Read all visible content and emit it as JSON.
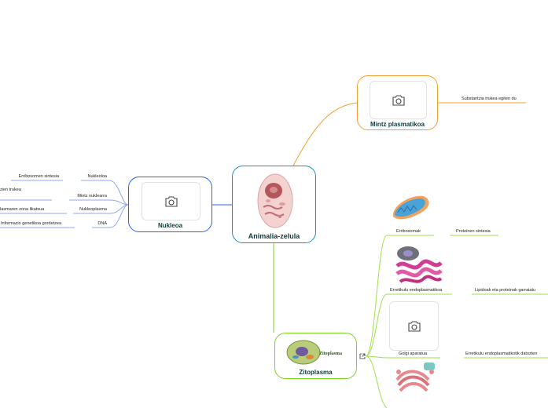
{
  "root": {
    "title": "Animalia-zelula"
  },
  "mintz": {
    "title": "Mintz plasmatikoa",
    "children": [
      "Substantzia trukea egiten du"
    ]
  },
  "nukleoa": {
    "title": "Nukleoa",
    "children": [
      {
        "label": "Nukleoloa",
        "detail": "Erribosomen sintesia"
      },
      {
        "label": "Mintz nuklearra",
        "detail": "zien trukea"
      },
      {
        "label": "Nukleoplasma",
        "detail": "lasmaren zona likatsua"
      },
      {
        "label": "DNA",
        "detail": "Informazio genetikoa gordetzea"
      }
    ]
  },
  "zitoplasma": {
    "title": "Zitoplasma",
    "image_text": "Zitoplasma",
    "children": [
      {
        "label": "Erribosomak",
        "detail": "Proteinen sintesia"
      },
      {
        "label": "Erretikulu endoplasmatikoa",
        "detail": "Lipidoak eta proteinak garraiatu"
      },
      {
        "label": "Golgi aparatua",
        "detail": "Erretikulu endoplasmatikotik datozten"
      }
    ]
  },
  "colors": {
    "root_border": "#1d8fc0",
    "mintz_border": "#f0a030",
    "nukleoa_border": "#2a62e0",
    "zitoplasma_border": "#7ed321",
    "title_text": "#0d3b3b"
  },
  "icons": [
    "camera-icon",
    "external-link-icon"
  ]
}
